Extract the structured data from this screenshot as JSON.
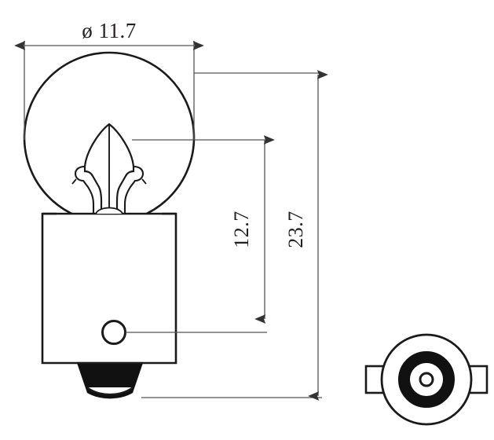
{
  "drawing": {
    "title": "Bayonet lamp technical drawing",
    "units_note": "",
    "line_color": "#1a1a1a",
    "dimension_line_color": "#4d4d4d",
    "fill_color": "#ffffff",
    "contact_fill_color": "#111111",
    "background_color": "#ffffff"
  },
  "dimensions": {
    "diameter": {
      "label": "ø 11.7",
      "symbol": "ø",
      "value": "11.7",
      "orientation": "horizontal",
      "name": "bulb-outer-diameter"
    },
    "height_mid": {
      "label": "12.7",
      "value": "12.7",
      "orientation": "vertical",
      "name": "filament-to-pin-height"
    },
    "height_total": {
      "label": "23.7",
      "value": "23.7",
      "orientation": "vertical",
      "name": "overall-height"
    }
  },
  "views": {
    "front": {
      "name": "front-elevation-view",
      "parts": [
        "glass-bulb",
        "filament-assembly",
        "metal-base",
        "bayonet-pin",
        "bottom-contact"
      ]
    },
    "bottom": {
      "name": "bottom-end-view",
      "parts": [
        "cap-outer-circle",
        "contact-ring",
        "center-contact",
        "bayonet-pin-left",
        "bayonet-pin-right"
      ]
    }
  }
}
